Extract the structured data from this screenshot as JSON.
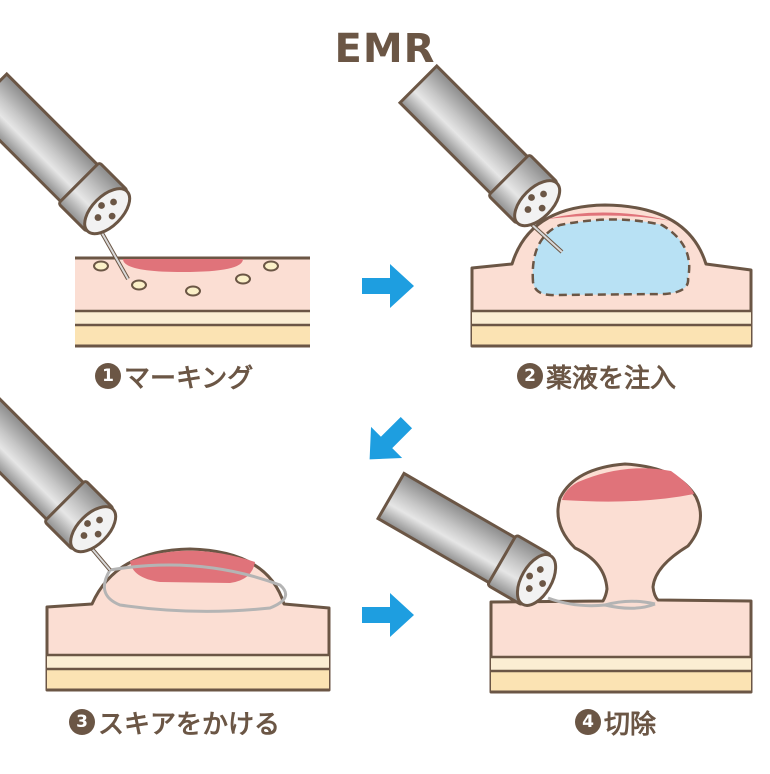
{
  "title": "EMR",
  "steps": [
    {
      "number": "1",
      "label": "マーキング"
    },
    {
      "number": "2",
      "label": "薬液を注入"
    },
    {
      "number": "3",
      "label": "スキアをかける"
    },
    {
      "number": "4",
      "label": "切除"
    }
  ],
  "colors": {
    "outline": "#6b5645",
    "mucosa": "#fbded3",
    "submucosa_band": "#fbeed3",
    "fat_layer": "#fbe3b3",
    "lesion": "#e0737a",
    "injected_fluid": "#b8e1f4",
    "arrow": "#1e9ee0",
    "scope_metal": "#c8c8c8",
    "snare_wire": "#b4b4b4",
    "marking_dot": "#fbf0c8"
  },
  "icons": [
    "endoscope-icon",
    "direction-arrow-icon"
  ]
}
